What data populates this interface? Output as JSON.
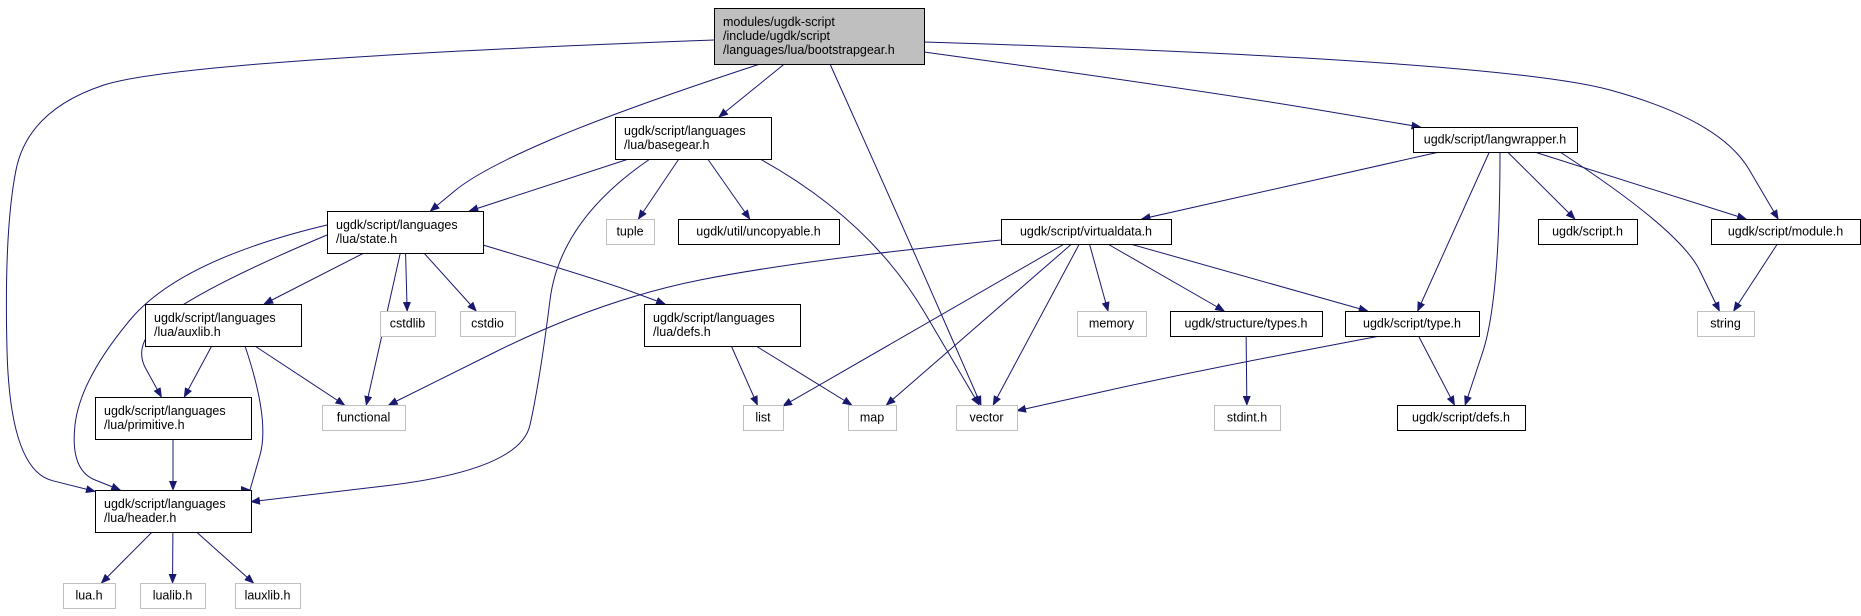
{
  "diagram": {
    "colors": {
      "edge": "#191970",
      "root_fill": "#bfbfbf",
      "node_fill": "#ffffff",
      "node_border": "#000000",
      "external_border": "#bfbfbf"
    },
    "nodes": [
      {
        "id": "root",
        "lines": [
          "modules/ugdk-script",
          "/include/ugdk/script",
          "/languages/lua/bootstrapgear.h"
        ],
        "style": "root"
      },
      {
        "id": "basegear",
        "lines": [
          "ugdk/script/languages",
          "/lua/basegear.h"
        ],
        "style": "normal"
      },
      {
        "id": "langwrapper",
        "lines": [
          "ugdk/script/langwrapper.h"
        ],
        "style": "normal"
      },
      {
        "id": "state",
        "lines": [
          "ugdk/script/languages",
          "/lua/state.h"
        ],
        "style": "normal"
      },
      {
        "id": "tuple",
        "lines": [
          "tuple"
        ],
        "style": "external"
      },
      {
        "id": "uncopyable",
        "lines": [
          "ugdk/util/uncopyable.h"
        ],
        "style": "normal"
      },
      {
        "id": "virtualdata",
        "lines": [
          "ugdk/script/virtualdata.h"
        ],
        "style": "normal"
      },
      {
        "id": "script",
        "lines": [
          "ugdk/script.h"
        ],
        "style": "normal"
      },
      {
        "id": "module",
        "lines": [
          "ugdk/script/module.h"
        ],
        "style": "normal"
      },
      {
        "id": "auxlib",
        "lines": [
          "ugdk/script/languages",
          "/lua/auxlib.h"
        ],
        "style": "normal"
      },
      {
        "id": "cstdlib",
        "lines": [
          "cstdlib"
        ],
        "style": "external"
      },
      {
        "id": "cstdio",
        "lines": [
          "cstdio"
        ],
        "style": "external"
      },
      {
        "id": "defs_lua",
        "lines": [
          "ugdk/script/languages",
          "/lua/defs.h"
        ],
        "style": "normal"
      },
      {
        "id": "memory",
        "lines": [
          "memory"
        ],
        "style": "external"
      },
      {
        "id": "types",
        "lines": [
          "ugdk/structure/types.h"
        ],
        "style": "normal"
      },
      {
        "id": "type",
        "lines": [
          "ugdk/script/type.h"
        ],
        "style": "normal"
      },
      {
        "id": "string",
        "lines": [
          "string"
        ],
        "style": "external"
      },
      {
        "id": "primitive",
        "lines": [
          "ugdk/script/languages",
          "/lua/primitive.h"
        ],
        "style": "normal"
      },
      {
        "id": "functional",
        "lines": [
          "functional"
        ],
        "style": "external"
      },
      {
        "id": "list",
        "lines": [
          "list"
        ],
        "style": "external"
      },
      {
        "id": "map",
        "lines": [
          "map"
        ],
        "style": "external"
      },
      {
        "id": "vector",
        "lines": [
          "vector"
        ],
        "style": "external"
      },
      {
        "id": "stdint",
        "lines": [
          "stdint.h"
        ],
        "style": "external"
      },
      {
        "id": "defs",
        "lines": [
          "ugdk/script/defs.h"
        ],
        "style": "normal"
      },
      {
        "id": "header",
        "lines": [
          "ugdk/script/languages",
          "/lua/header.h"
        ],
        "style": "normal"
      },
      {
        "id": "lua",
        "lines": [
          "lua.h"
        ],
        "style": "external"
      },
      {
        "id": "lualib",
        "lines": [
          "lualib.h"
        ],
        "style": "external"
      },
      {
        "id": "lauxlib",
        "lines": [
          "lauxlib.h"
        ],
        "style": "external"
      }
    ],
    "edges": [
      {
        "from": "root",
        "to": "basegear"
      },
      {
        "from": "root",
        "to": "state"
      },
      {
        "from": "root",
        "to": "header"
      },
      {
        "from": "root",
        "to": "vector"
      },
      {
        "from": "root",
        "to": "langwrapper"
      },
      {
        "from": "root",
        "to": "module"
      },
      {
        "from": "basegear",
        "to": "state"
      },
      {
        "from": "basegear",
        "to": "tuple"
      },
      {
        "from": "basegear",
        "to": "uncopyable"
      },
      {
        "from": "basegear",
        "to": "header"
      },
      {
        "from": "basegear",
        "to": "vector"
      },
      {
        "from": "state",
        "to": "auxlib"
      },
      {
        "from": "state",
        "to": "cstdlib"
      },
      {
        "from": "state",
        "to": "cstdio"
      },
      {
        "from": "state",
        "to": "defs_lua"
      },
      {
        "from": "state",
        "to": "primitive"
      },
      {
        "from": "state",
        "to": "functional"
      },
      {
        "from": "state",
        "to": "header"
      },
      {
        "from": "auxlib",
        "to": "primitive"
      },
      {
        "from": "auxlib",
        "to": "functional"
      },
      {
        "from": "auxlib",
        "to": "header"
      },
      {
        "from": "primitive",
        "to": "header"
      },
      {
        "from": "defs_lua",
        "to": "list"
      },
      {
        "from": "defs_lua",
        "to": "map"
      },
      {
        "from": "header",
        "to": "lua"
      },
      {
        "from": "header",
        "to": "lualib"
      },
      {
        "from": "header",
        "to": "lauxlib"
      },
      {
        "from": "langwrapper",
        "to": "virtualdata"
      },
      {
        "from": "langwrapper",
        "to": "type"
      },
      {
        "from": "langwrapper",
        "to": "defs"
      },
      {
        "from": "langwrapper",
        "to": "script"
      },
      {
        "from": "langwrapper",
        "to": "module"
      },
      {
        "from": "langwrapper",
        "to": "string"
      },
      {
        "from": "virtualdata",
        "to": "functional"
      },
      {
        "from": "virtualdata",
        "to": "list"
      },
      {
        "from": "virtualdata",
        "to": "map"
      },
      {
        "from": "virtualdata",
        "to": "vector"
      },
      {
        "from": "virtualdata",
        "to": "memory"
      },
      {
        "from": "virtualdata",
        "to": "types"
      },
      {
        "from": "virtualdata",
        "to": "type"
      },
      {
        "from": "type",
        "to": "vector"
      },
      {
        "from": "type",
        "to": "defs"
      },
      {
        "from": "types",
        "to": "stdint"
      },
      {
        "from": "module",
        "to": "string"
      }
    ]
  }
}
